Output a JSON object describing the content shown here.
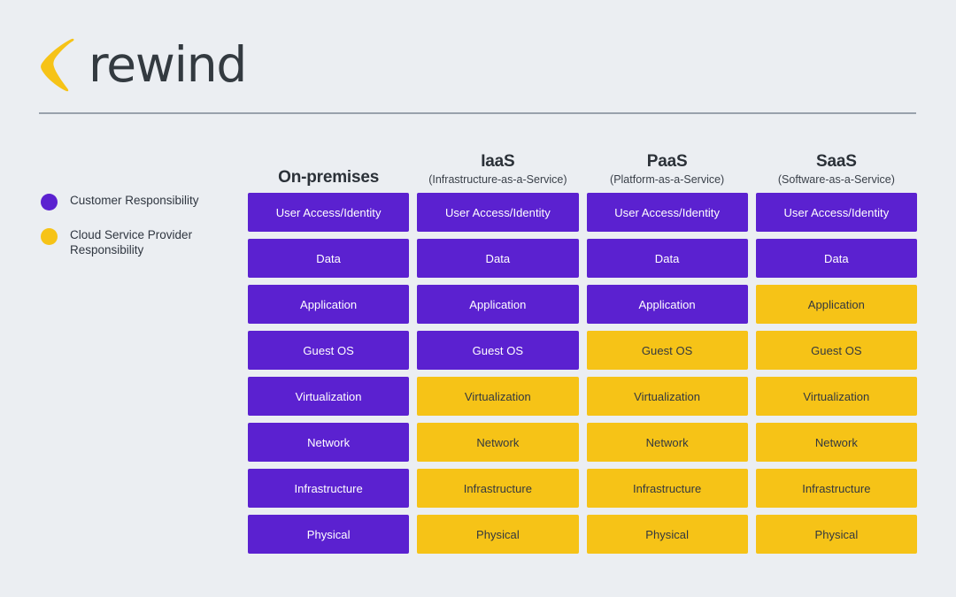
{
  "brand": {
    "wordmark": "rewind",
    "mark_icon": "rewind-chevron-logo",
    "mark_color": "#F6C317",
    "word_color": "#333A40"
  },
  "legend": {
    "items": [
      {
        "label": "Customer Responsibility",
        "key": "customer",
        "color": "#5B21D0"
      },
      {
        "label": "Cloud Service Provider Responsibility",
        "key": "provider",
        "color": "#F6C317"
      }
    ]
  },
  "matrix": {
    "rows": [
      "User Access/Identity",
      "Data",
      "Application",
      "Guest OS",
      "Virtualization",
      "Network",
      "Infrastructure",
      "Physical"
    ],
    "columns": [
      {
        "title": "On-premises",
        "subtitle": "",
        "cells": [
          "customer",
          "customer",
          "customer",
          "customer",
          "customer",
          "customer",
          "customer",
          "customer"
        ]
      },
      {
        "title": "IaaS",
        "subtitle": "(Infrastructure-as-a-Service)",
        "cells": [
          "customer",
          "customer",
          "customer",
          "customer",
          "provider",
          "provider",
          "provider",
          "provider"
        ]
      },
      {
        "title": "PaaS",
        "subtitle": "(Platform-as-a-Service)",
        "cells": [
          "customer",
          "customer",
          "customer",
          "provider",
          "provider",
          "provider",
          "provider",
          "provider"
        ]
      },
      {
        "title": "SaaS",
        "subtitle": "(Software-as-a-Service)",
        "cells": [
          "customer",
          "customer",
          "provider",
          "provider",
          "provider",
          "provider",
          "provider",
          "provider"
        ]
      }
    ]
  },
  "theme": {
    "background": "#EBEEF2",
    "rule_color": "#8B93A0"
  }
}
